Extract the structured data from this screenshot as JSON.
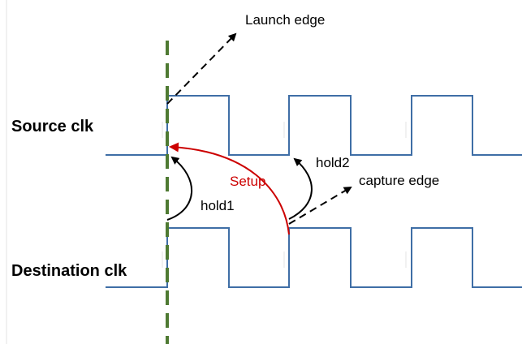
{
  "labels": {
    "source_clk": "Source clk",
    "destination_clk": "Destination clk",
    "launch_edge": "Launch edge",
    "capture_edge": "capture edge",
    "setup": "Setup",
    "hold1": "hold1",
    "hold2": "hold2"
  },
  "colors": {
    "clock_wave": "#3f6ea6",
    "launch_marker": "#4f7a33",
    "setup_arrow": "#cc0000",
    "hold_arrows": "#000000"
  }
}
